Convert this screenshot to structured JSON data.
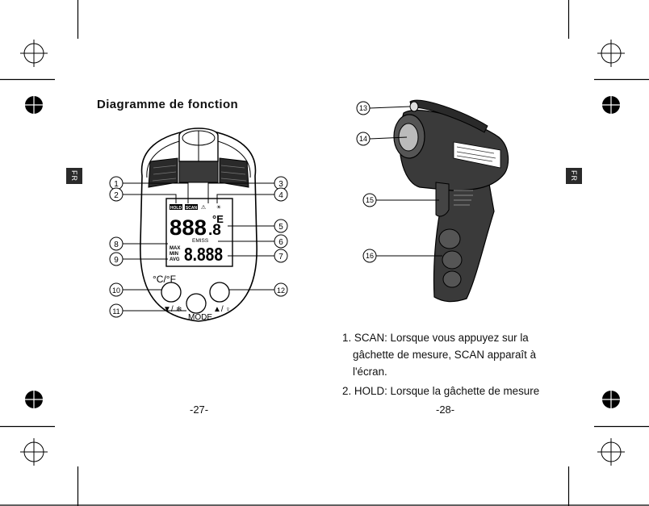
{
  "left_page": {
    "title": "Diagramme de fonction",
    "side_tab": "FR",
    "page_number": "-27-",
    "diagram": {
      "callouts": [
        "1",
        "2",
        "3",
        "4",
        "5",
        "6",
        "7",
        "8",
        "9",
        "10",
        "11",
        "12"
      ],
      "lcd_tags": [
        "HOLD",
        "SCAN"
      ],
      "lcd_digits_top": "888",
      "lcd_digits_bottom": "8.888",
      "lcd_fraction": ".8",
      "lcd_unit": "°E",
      "emiss_label": "EMISS",
      "stat_labels": [
        "MAX",
        "MIN",
        "AVG"
      ],
      "unit_button_label": "°C/°F",
      "down_button_label": "▼/",
      "up_button_label": "▲/",
      "mode_label": "MODE"
    }
  },
  "right_page": {
    "side_tab": "FR",
    "page_number": "-28-",
    "callouts": [
      "13",
      "14",
      "15",
      "16"
    ],
    "description": [
      {
        "number": "1.",
        "lines": [
          "SCAN: Lorsque vous appuyez sur la",
          "gâchette de mesure, SCAN apparaît à",
          "l'écran."
        ]
      },
      {
        "number": "2.",
        "lines": [
          "HOLD: Lorsque la gâchette de mesure"
        ]
      }
    ]
  }
}
